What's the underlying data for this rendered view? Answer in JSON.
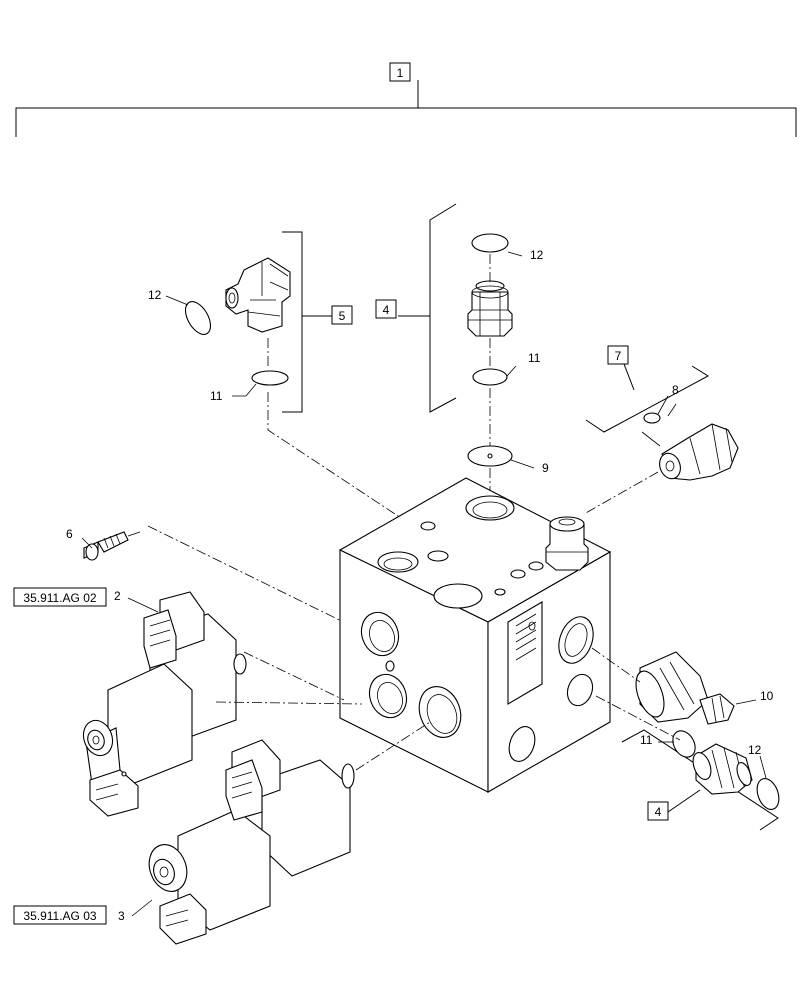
{
  "diagram": {
    "assembly_ref": "1",
    "callouts": {
      "elbow_fitting_kit": "5",
      "straight_fitting_kit": "4",
      "straight_fitting_kit_lower": "4",
      "relief_valve_kit": "7"
    },
    "part_numbers": {
      "o_ring_12_elbow": "12",
      "o_ring_11_elbow": "11",
      "o_ring_12_top": "12",
      "o_ring_11_top": "11",
      "o_ring_8": "8",
      "orifice_9": "9",
      "pin_6": "6",
      "solenoid_2": "2",
      "solenoid_3": "3",
      "cartridge_10": "10",
      "o_ring_11_lower": "11",
      "o_ring_12_lower": "12"
    },
    "references": {
      "solenoid_2_ref": "35.911.AG 02",
      "solenoid_3_ref": "35.911.AG 03"
    }
  }
}
